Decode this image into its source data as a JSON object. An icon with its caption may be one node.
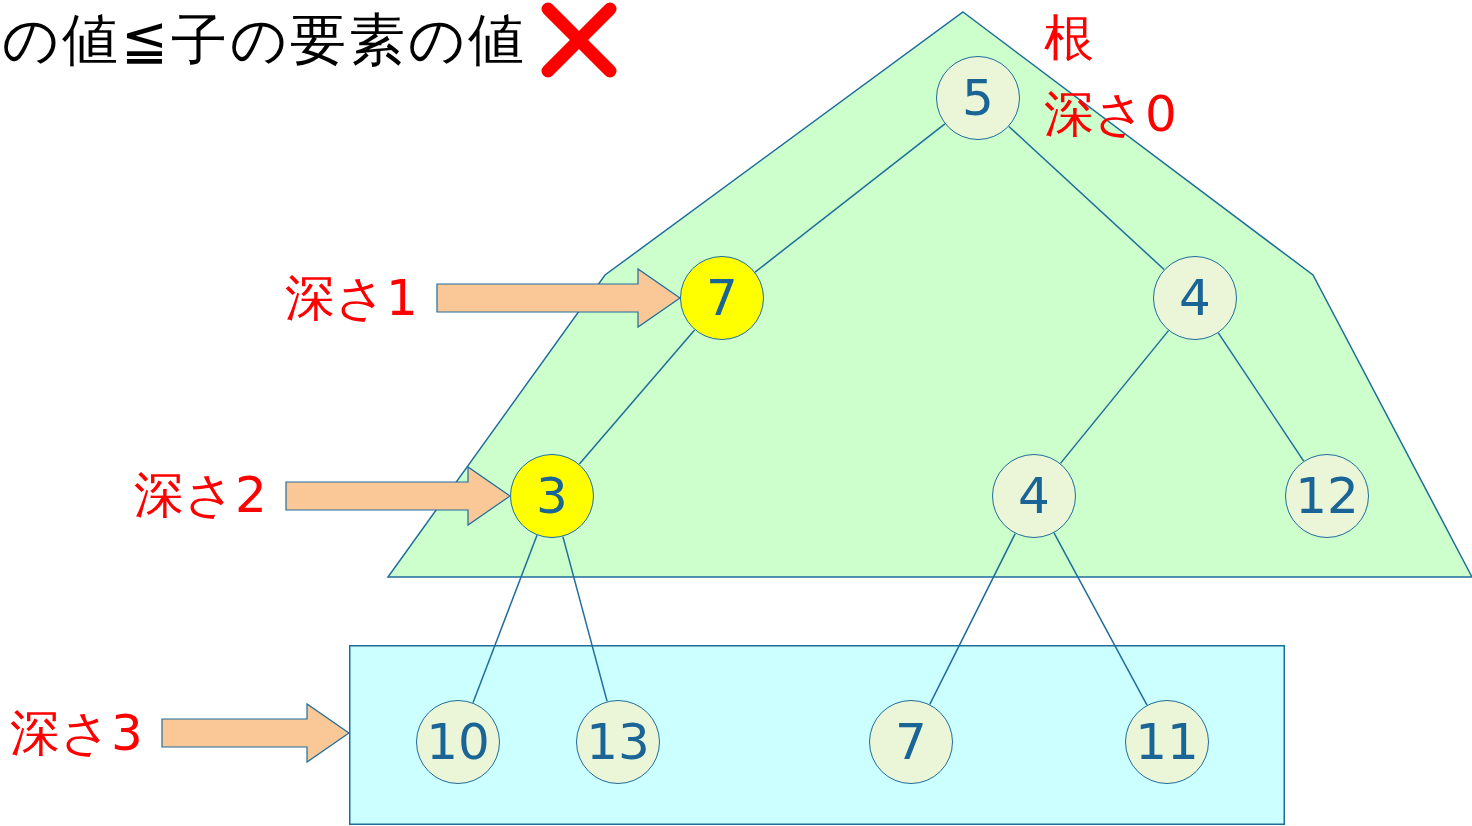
{
  "diagram": {
    "title": "の値≦子の要素の値",
    "nodes": [
      {
        "text": [],
        "shape": "polygon"
      },
      {
        "text": [
          "5"
        ],
        "in": 0,
        "beside": [
          "根",
          "深さ0"
        ]
      },
      {
        "text": [
          "7"
        ],
        "in": 0
      },
      {
        "text": [
          "4"
        ],
        "in": 0
      },
      {
        "text": [
          "3"
        ],
        "in": 0
      },
      {
        "text": [
          "4"
        ],
        "in": 0
      },
      {
        "text": [
          "12"
        ],
        "in": 0
      },
      {
        "text": [],
        "shape": "box"
      },
      {
        "text": [
          "10"
        ],
        "in": 7
      },
      {
        "text": [
          "13"
        ],
        "in": 7
      },
      {
        "text": [
          "7"
        ],
        "in": 7
      },
      {
        "text": [
          "11"
        ],
        "in": 7
      },
      {
        "text": [
          "深さ1"
        ]
      },
      {
        "text": [
          "深さ2"
        ]
      },
      {
        "text": [
          "深さ3"
        ]
      }
    ],
    "edges": [
      {
        "from": 1,
        "to": 2,
        "arrow": "none"
      },
      {
        "from": 1,
        "to": 3,
        "arrow": "none"
      },
      {
        "from": 2,
        "to": 4,
        "arrow": "none"
      },
      {
        "from": 3,
        "to": 5,
        "arrow": "none"
      },
      {
        "from": 3,
        "to": 6,
        "arrow": "none"
      },
      {
        "from": 4,
        "to": 8,
        "arrow": "none"
      },
      {
        "from": 4,
        "to": 9,
        "arrow": "none"
      },
      {
        "from": 5,
        "to": 10,
        "arrow": "none"
      },
      {
        "from": 5,
        "to": 11,
        "arrow": "none"
      },
      {
        "from": 12,
        "to": 2,
        "arrow": "to",
        "style": "thick",
        "color": "#fac896"
      },
      {
        "from": 13,
        "to": 4,
        "arrow": "to",
        "style": "thick",
        "color": "#fac896"
      },
      {
        "from": 14,
        "to": 7,
        "arrow": "to",
        "style": "thick",
        "color": "#fac896"
      }
    ]
  }
}
